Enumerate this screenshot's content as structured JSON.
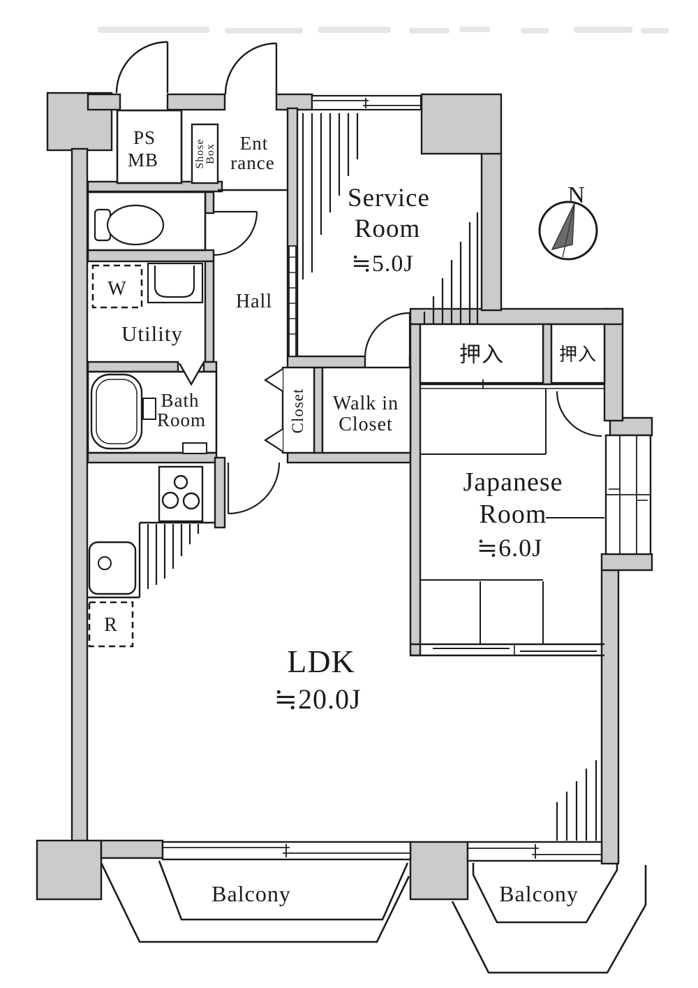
{
  "title": "apartment-floor-plan",
  "colors": {
    "wall_fill": "#cbcbcb",
    "line": "#1b1b1b",
    "needle": "#6b6b6b"
  },
  "rooms": {
    "ps_mb": {
      "line1": "PS",
      "line2": "MB"
    },
    "shoe_box": {
      "line1": "Shose",
      "line2": "Box"
    },
    "entrance": {
      "line1": "Ent",
      "line2": "rance"
    },
    "service_room": {
      "name_line1": "Service",
      "name_line2": "Room",
      "area": "≒5.0J"
    },
    "hall": {
      "name": "Hall"
    },
    "toilet": {},
    "utility": {
      "name": "Utility",
      "washer": "W"
    },
    "bath_room": {
      "line1": "Bath",
      "line2": "Room"
    },
    "closet": {
      "name": "Closet"
    },
    "walk_in_closet": {
      "line1": "Walk in",
      "line2": "Closet"
    },
    "oshiire_left": {
      "name": "押入"
    },
    "oshiire_right": {
      "name": "押入"
    },
    "japanese_room": {
      "name_line1": "Japanese",
      "name_line2": "Room",
      "area": "≒6.0J"
    },
    "ldk": {
      "name": "LDK",
      "area": "≒20.0J",
      "refrigerator": "R"
    },
    "balcony_left": {
      "name": "Balcony"
    },
    "balcony_right": {
      "name": "Balcony"
    }
  },
  "compass": {
    "label": "N"
  }
}
